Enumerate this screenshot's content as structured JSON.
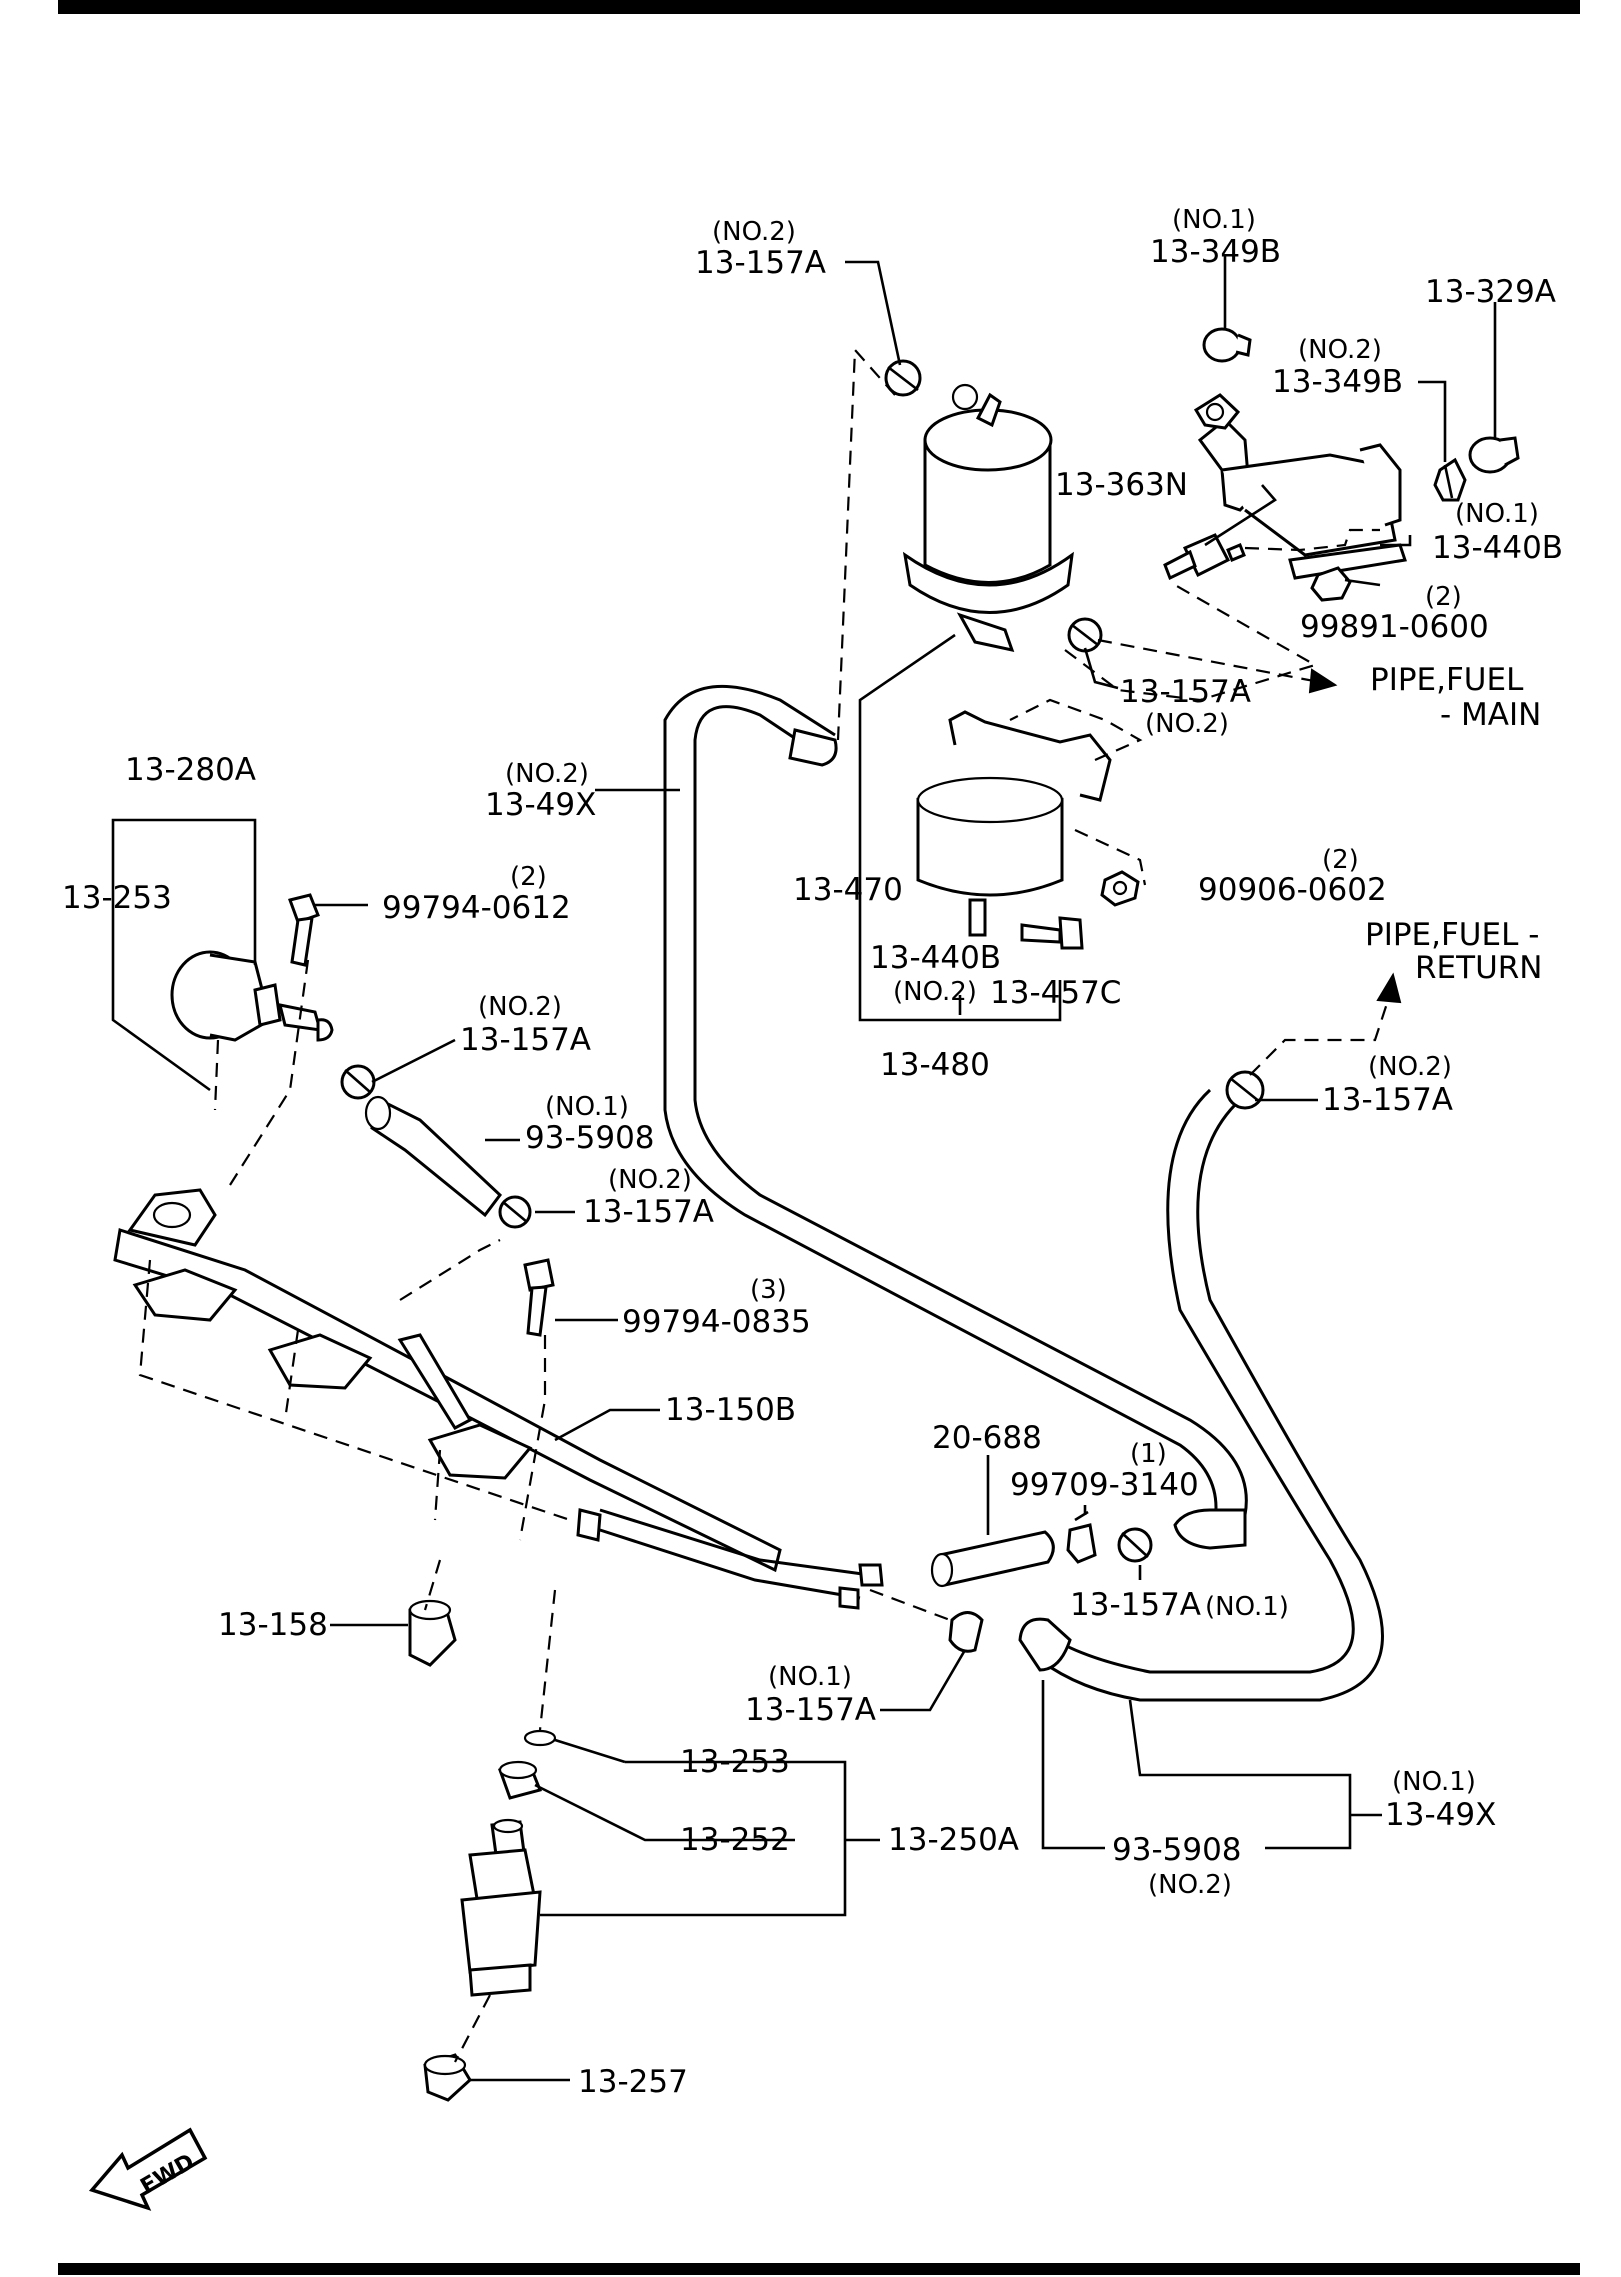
{
  "labels": {
    "filter_clamp_top": {
      "qualifier": "(NO.2)",
      "part": "13-157A"
    },
    "bracket_bolt_top": {
      "qualifier": "(NO.1)",
      "part": "13-349B"
    },
    "bracket_nut_right": {
      "part": "13-329A"
    },
    "bracket_bolt_mid": {
      "qualifier": "(NO.2)",
      "part": "13-349B"
    },
    "check_valve": {
      "part": "13-363N"
    },
    "bracket_right": {
      "qualifier": "(NO.1)",
      "part": "13-440B"
    },
    "bracket_nut": {
      "qualifier": "(2)",
      "part": "99891-0600"
    },
    "filter_clamp_mid": {
      "part": "13-157A",
      "qualifier": "(NO.2)"
    },
    "pipe_main": {
      "line1": "PIPE,FUEL",
      "line2": "- MAIN"
    },
    "hose_supply_no2": {
      "qualifier": "(NO.2)",
      "part": "13-49X"
    },
    "pressure_regulator": {
      "part": "13-280A"
    },
    "regulator_oring": {
      "part": "13-253"
    },
    "regulator_bolt": {
      "qualifier": "(2)",
      "part": "99794-0612"
    },
    "filter": {
      "part": "13-470"
    },
    "filter_bracket": {
      "part": "13-440B",
      "qualifier": "(NO.2)"
    },
    "filter_bolt": {
      "part": "13-457C"
    },
    "filter_assy": {
      "part": "13-480"
    },
    "filter_nut": {
      "qualifier": "(2)",
      "part": "90906-0602"
    },
    "pipe_return": {
      "line1": "PIPE,FUEL -",
      "line2": "RETURN"
    },
    "return_clamp_top": {
      "qualifier": "(NO.2)",
      "part": "13-157A"
    },
    "regulator_clamp": {
      "qualifier": "(NO.2)",
      "part": "13-157A"
    },
    "regulator_hose": {
      "qualifier": "(NO.1)",
      "part": "93-5908"
    },
    "regulator_hose_clamp": {
      "qualifier": "(NO.2)",
      "part": "13-157A"
    },
    "rail_bolt": {
      "qualifier": "(3)",
      "part": "99794-0835"
    },
    "fuel_rail": {
      "part": "13-150B"
    },
    "hose_20688": {
      "part": "20-688"
    },
    "hose_clip": {
      "qualifier": "(1)",
      "part": "99709-3140"
    },
    "supply_clamp": {
      "part": "13-157A",
      "qualifier": "(NO.1)"
    },
    "insulator": {
      "part": "13-158"
    },
    "return_clamp_low": {
      "qualifier": "(NO.1)",
      "part": "13-157A"
    },
    "injector_oring": {
      "part": "13-253"
    },
    "injector_grommet": {
      "part": "13-252"
    },
    "injector": {
      "part": "13-250A"
    },
    "return_hose_short": {
      "part": "93-5908",
      "qualifier": "(NO.2)"
    },
    "return_hose_long": {
      "qualifier": "(NO.1)",
      "part": "13-49X"
    },
    "injector_insulator": {
      "part": "13-257"
    },
    "fwd_arrow": {
      "text": "FWD"
    }
  }
}
